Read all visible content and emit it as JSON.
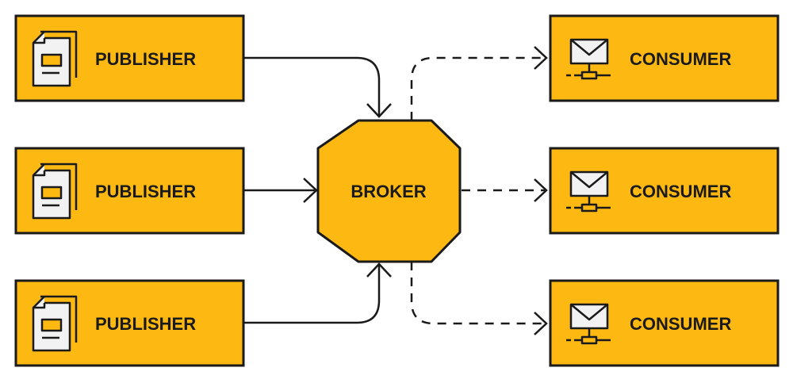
{
  "colors": {
    "box_fill": "#FDB912",
    "stroke": "#1a1a1a",
    "icon_paper": "#f2f2f2",
    "background": "#ffffff"
  },
  "publishers": [
    {
      "label": "PUBLISHER",
      "icon": "document-icon"
    },
    {
      "label": "PUBLISHER",
      "icon": "document-icon"
    },
    {
      "label": "PUBLISHER",
      "icon": "document-icon"
    }
  ],
  "broker": {
    "label": "BROKER",
    "shape": "octagon"
  },
  "consumers": [
    {
      "label": "CONSUMER",
      "icon": "mail-network-icon"
    },
    {
      "label": "CONSUMER",
      "icon": "mail-network-icon"
    },
    {
      "label": "CONSUMER",
      "icon": "mail-network-icon"
    }
  ],
  "connections": [
    {
      "from": "publisher-1",
      "to": "broker",
      "style": "solid"
    },
    {
      "from": "publisher-2",
      "to": "broker",
      "style": "solid"
    },
    {
      "from": "publisher-3",
      "to": "broker",
      "style": "solid"
    },
    {
      "from": "broker",
      "to": "consumer-1",
      "style": "dashed"
    },
    {
      "from": "broker",
      "to": "consumer-2",
      "style": "dashed"
    },
    {
      "from": "broker",
      "to": "consumer-3",
      "style": "dashed"
    }
  ]
}
